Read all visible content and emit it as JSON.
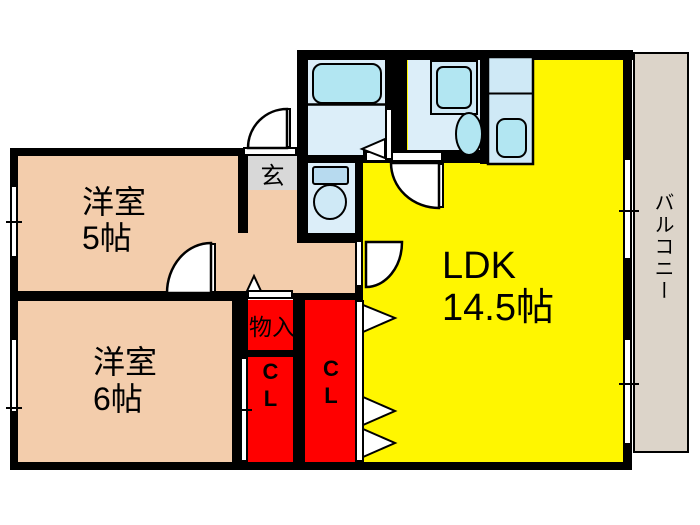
{
  "title": "apartment-floor-plan",
  "labels": {
    "room5": {
      "name": "洋室",
      "size": "5帖"
    },
    "room6": {
      "name": "洋室",
      "size": "6帖"
    },
    "ldk": {
      "name": "LDK",
      "size": "14.5帖"
    },
    "genkan": "玄",
    "storage": "物入",
    "closet_left": {
      "line1": "C",
      "line2": "L"
    },
    "closet_right": {
      "line1": "C",
      "line2": "L"
    },
    "balcony": "バルコニー"
  },
  "colors": {
    "background": "#ffffff",
    "wall": "#000000",
    "room": "#f3cdac",
    "ldk": "#fff600",
    "closet": "#ff0000",
    "genkan": "#d8d8d8",
    "balcony": "#dcd4c9",
    "fixture_floor": "#dceef9",
    "fixture": "#b2e6f2",
    "fixture_alt": "#cfe9f6",
    "toilet_tank": "#b7daef"
  }
}
